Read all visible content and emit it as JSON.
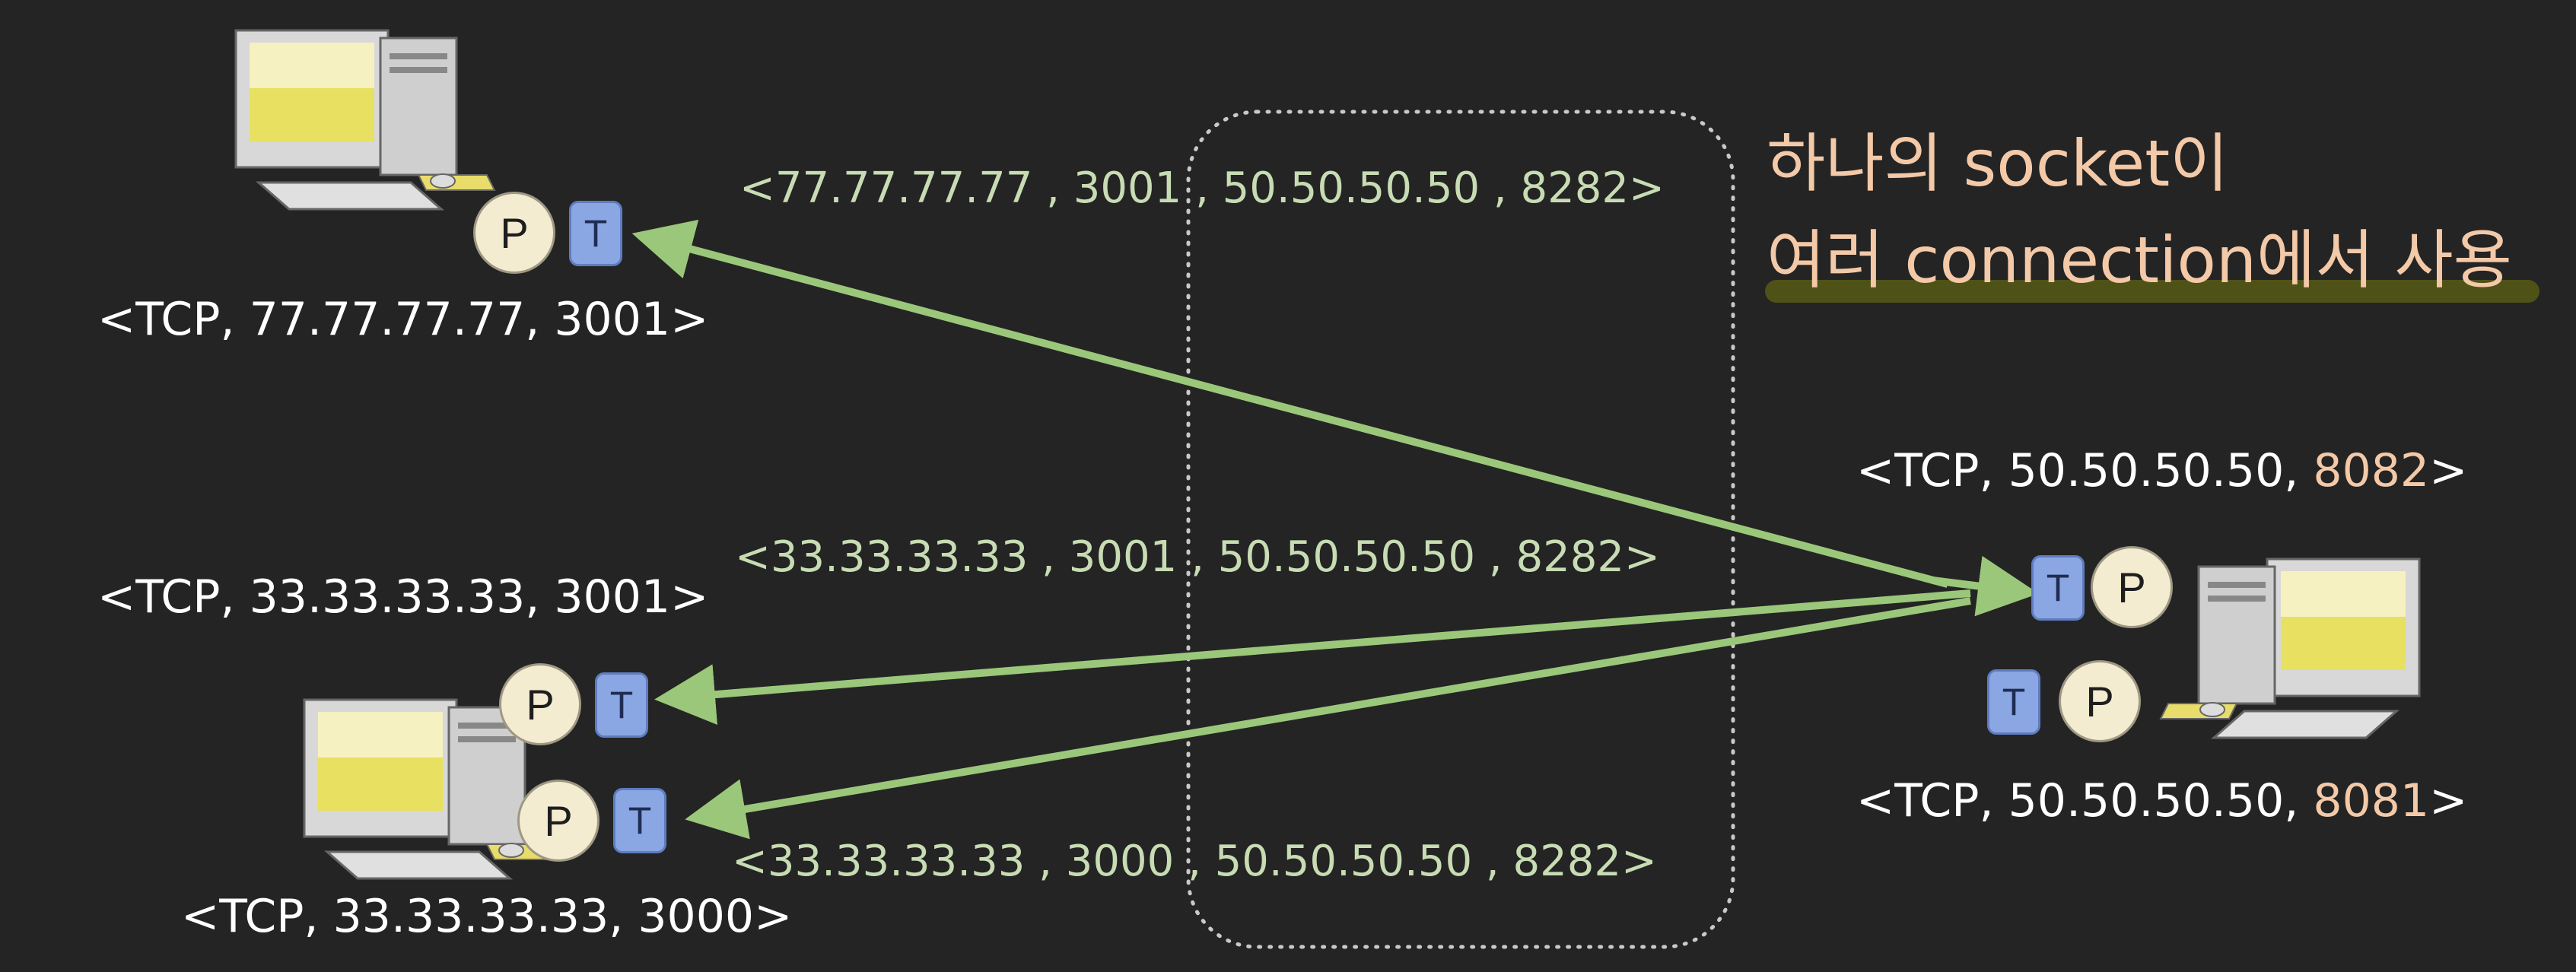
{
  "title": {
    "line1": "하나의 socket이",
    "line2": "여러 connection에서 사용"
  },
  "clients": {
    "top": {
      "socket": "<TCP, 77.77.77.77, 3001>"
    },
    "middle": {
      "socket": "<TCP, 33.33.33.33, 3001>"
    },
    "bottom": {
      "socket": "<TCP, 33.33.33.33, 3000>"
    }
  },
  "server": {
    "socket_upper": {
      "prefix": "<TCP, 50.50.50.50, ",
      "port": "8082",
      "suffix": ">"
    },
    "socket_lower": {
      "prefix": "<TCP, 50.50.50.50, ",
      "port": "8081",
      "suffix": ">"
    }
  },
  "connections": [
    "<77.77.77.77 , 3001 , 50.50.50.50 , 8282>",
    "<33.33.33.33 , 3001 , 50.50.50.50 , 8282>",
    "<33.33.33.33 , 3000 , 50.50.50.50 , 8282>"
  ],
  "icons": {
    "process": "P",
    "transport": "T"
  },
  "colors": {
    "background": "#242424",
    "arrow": "#9bc77a",
    "connection_text": "#c8dcb4",
    "title_text": "#f3c9a8",
    "highlight": "#4f5217",
    "port_circle": "#f4ecd0",
    "tcp_box": "#8aa7e4"
  }
}
